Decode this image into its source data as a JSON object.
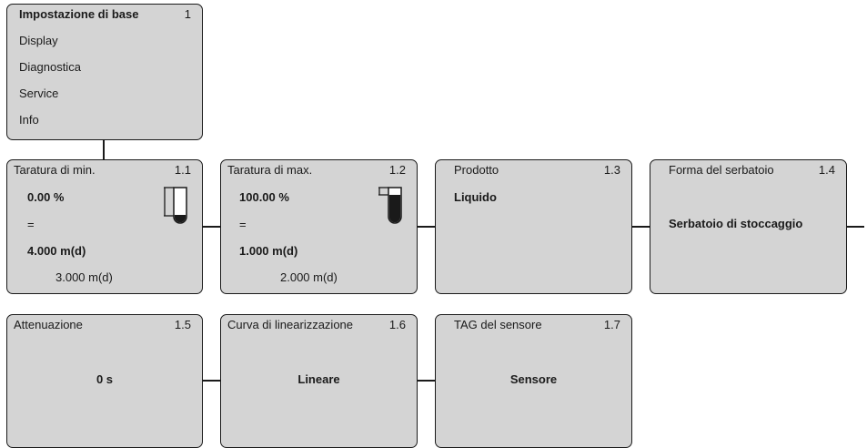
{
  "main_menu": {
    "number": "1",
    "items": [
      "Impostazione di base",
      "Display",
      "Diagnostica",
      "Service",
      "Info"
    ]
  },
  "boxes": {
    "b11": {
      "title": "Taratura di min.",
      "number": "1.1",
      "percent": "0.00 %",
      "equals": "=",
      "value": "4.000 m(d)",
      "subvalue": "3.000 m(d)",
      "icon": "tank-empty-icon"
    },
    "b12": {
      "title": "Taratura di max.",
      "number": "1.2",
      "percent": "100.00 %",
      "equals": "=",
      "value": "1.000 m(d)",
      "subvalue": "2.000 m(d)",
      "icon": "tank-full-icon"
    },
    "b13": {
      "title": "Prodotto",
      "number": "1.3",
      "value": "Liquido"
    },
    "b14": {
      "title": "Forma del serbatoio",
      "number": "1.4",
      "value": "Serbatoio di stoccaggio"
    },
    "b15": {
      "title": "Attenuazione",
      "number": "1.5",
      "value": "0 s"
    },
    "b16": {
      "title": "Curva di linearizzazione",
      "number": "1.6",
      "value": "Lineare"
    },
    "b17": {
      "title": "TAG del sensore",
      "number": "1.7",
      "value": "Sensore"
    }
  }
}
